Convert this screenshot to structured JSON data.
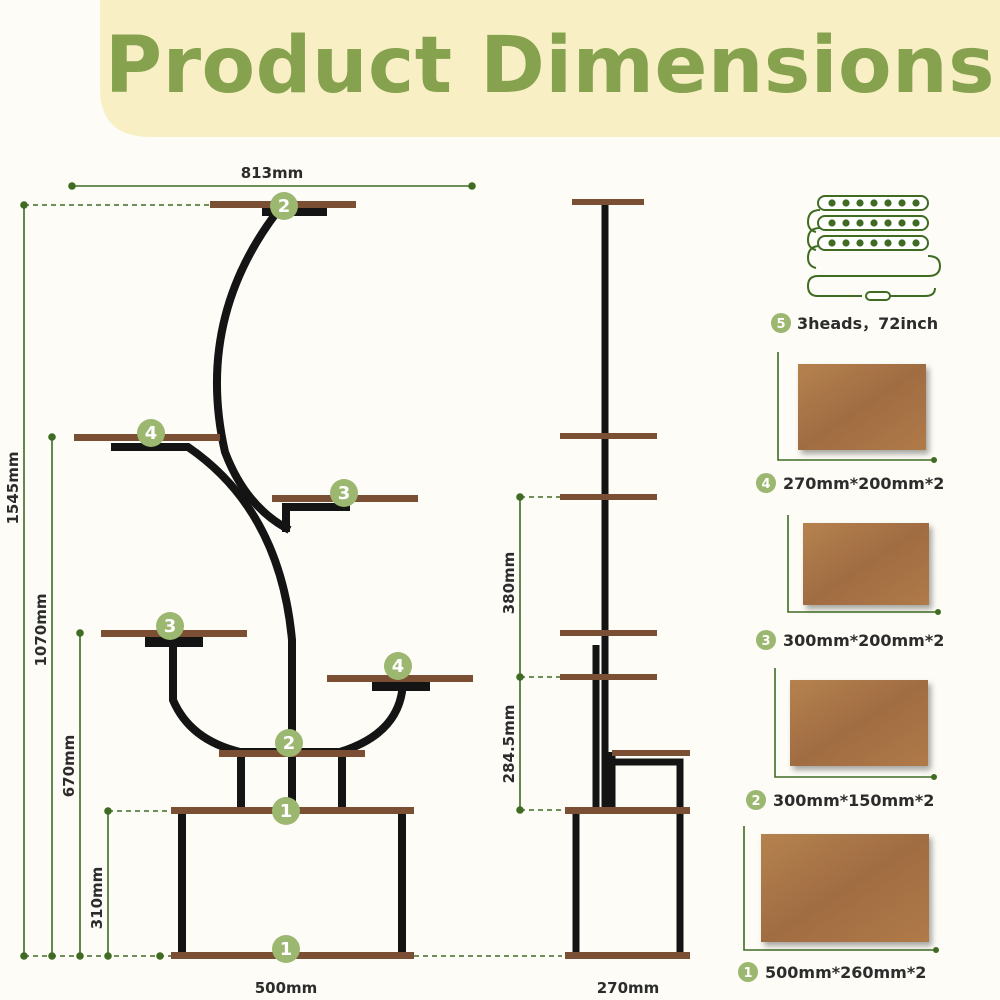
{
  "title": "Product Dimensions",
  "colors": {
    "title_green": "#86a24f",
    "banner_yellow": "#f8f0c4",
    "badge_green": "#9cb770",
    "dim_line_green": "#3f6b23",
    "frame_black": "#141414",
    "shelf_brown": "#7a4f33",
    "board_wood": "#a8764b"
  },
  "front_view": {
    "width_top": "813mm",
    "width_bottom": "500mm",
    "height_total": "1545mm",
    "height_tier4": "1070mm",
    "height_tier3": "670mm",
    "height_tier1": "310mm",
    "badges": [
      "2",
      "4",
      "3",
      "3",
      "4",
      "2",
      "1",
      "1"
    ]
  },
  "side_view": {
    "depth": "270mm",
    "spacing_upper": "380mm",
    "spacing_lower": "284.5mm"
  },
  "parts": [
    {
      "badge": "5",
      "label": "3heads，72inch",
      "icon": "led-grow-light-icon"
    },
    {
      "badge": "4",
      "label": "270mm*200mm*2",
      "icon": "wood-board-icon"
    },
    {
      "badge": "3",
      "label": "300mm*200mm*2",
      "icon": "wood-board-icon"
    },
    {
      "badge": "2",
      "label": "300mm*150mm*2",
      "icon": "wood-board-icon"
    },
    {
      "badge": "1",
      "label": "500mm*260mm*2",
      "icon": "wood-board-icon"
    }
  ]
}
